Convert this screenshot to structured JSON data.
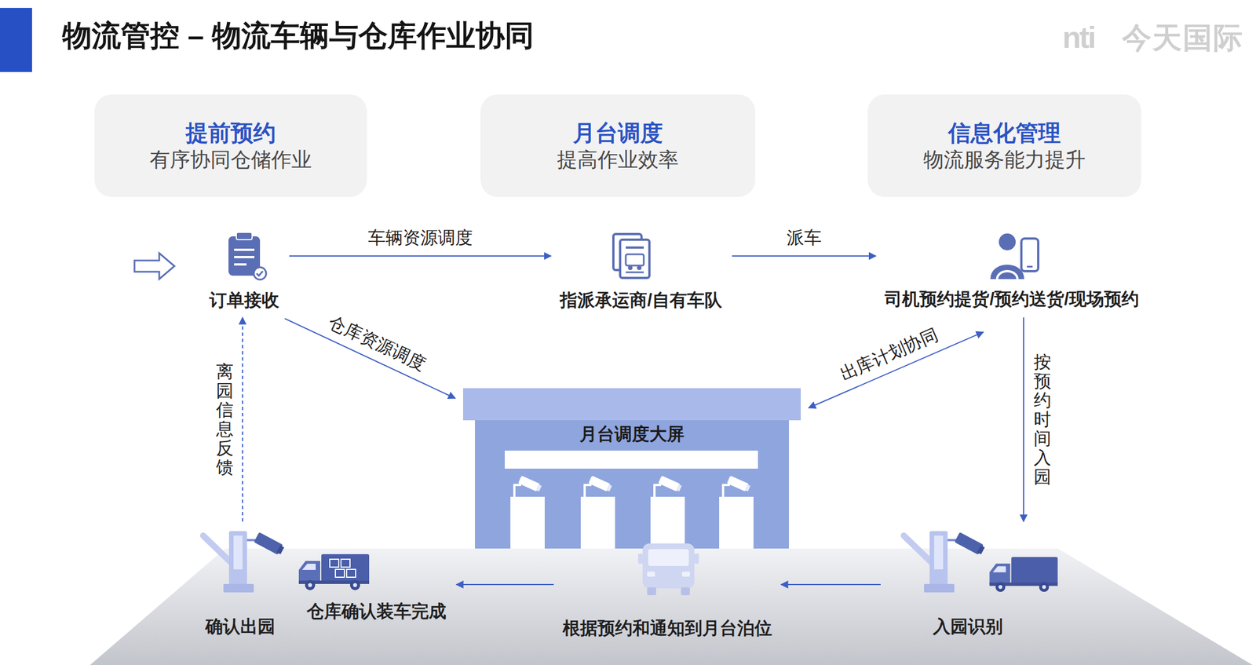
{
  "diagram": {
    "title": "物流管控 – 物流车辆与仓库作业协同",
    "nodes": [
      {
        "text": [
          "提前预约",
          "有序协同仓储作业"
        ]
      },
      {
        "text": [
          "月台调度",
          "提高作业效率"
        ]
      },
      {
        "text": [
          "信息化管理",
          "物流服务能力提升"
        ]
      },
      {
        "text": [
          "订单接收"
        ]
      },
      {
        "text": [
          "指派承运商/自有车队"
        ]
      },
      {
        "text": [
          "司机预约提货/预约送货/现场预约"
        ]
      },
      {
        "text": [
          "月台调度大屏"
        ]
      },
      {
        "text": [
          "确认出园"
        ]
      },
      {
        "text": [
          "仓库确认装车完成"
        ]
      },
      {
        "text": [
          "根据预约和通知到月台泊位"
        ]
      },
      {
        "text": [
          "入园识别"
        ]
      }
    ],
    "edges": [
      {
        "from": 3,
        "to": 4,
        "label": "车辆资源调度",
        "arrow": "to"
      },
      {
        "from": 4,
        "to": 5,
        "label": "派车",
        "arrow": "to"
      },
      {
        "from": 3,
        "to": 6,
        "label": "仓库资源调度",
        "arrow": "to"
      },
      {
        "from": 5,
        "to": 6,
        "label": "出库计划协同",
        "arrow": "both"
      },
      {
        "from": 5,
        "to": 10,
        "label": "按预约时间入园",
        "arrow": "to"
      },
      {
        "from": 10,
        "to": 9,
        "arrow": "to"
      },
      {
        "from": 9,
        "to": 8,
        "arrow": "to"
      },
      {
        "from": 7,
        "to": 3,
        "label": "离园信息反馈",
        "arrow": "to"
      }
    ],
    "labels": [
      "nti",
      "今天国际"
    ]
  }
}
